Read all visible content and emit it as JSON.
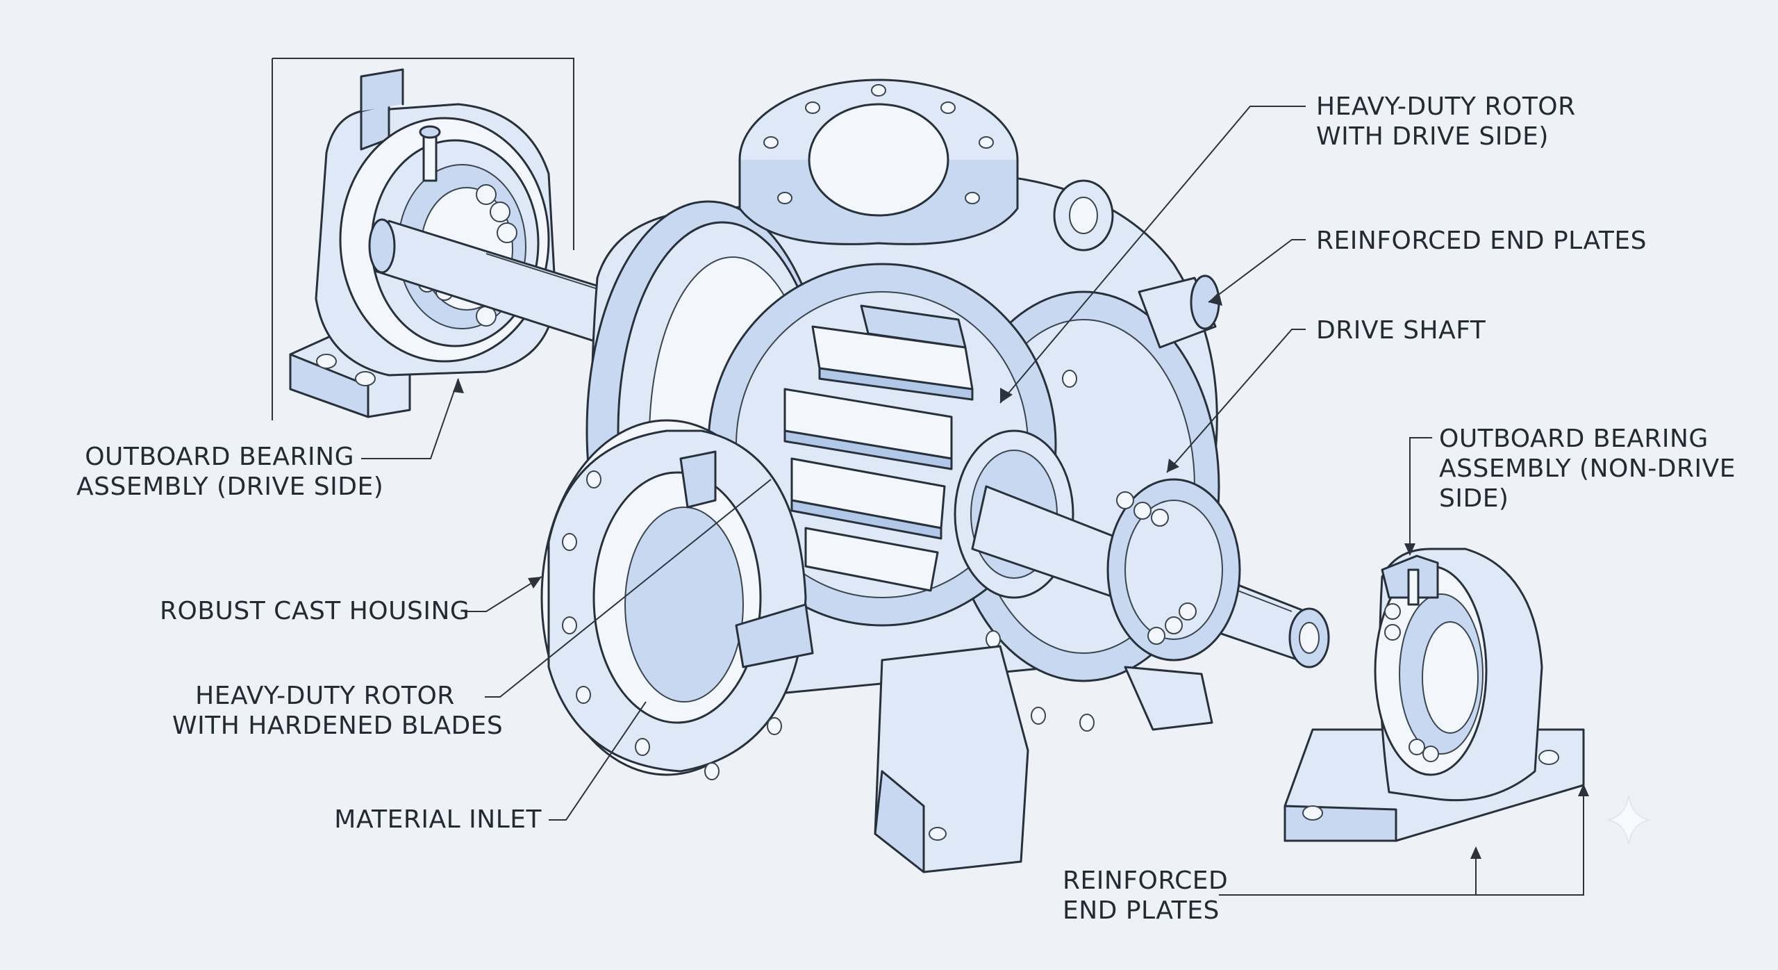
{
  "colors": {
    "background": "#eef1f5",
    "line": "#27303b",
    "metal_light": "#dfe8f6",
    "metal_mid": "#c8d8f0",
    "metal_shadow": "#b2c8e8",
    "text": "#222a33"
  },
  "callouts": {
    "rotor_drive_side": [
      "HEAVY-DUTY ROTOR",
      "WITH DRIVE SIDE)"
    ],
    "end_plates_top": [
      "REINFORCED END PLATES"
    ],
    "drive_shaft": [
      "DRIVE SHAFT"
    ],
    "bearing_non_drive": [
      "OUTBOARD BEARING",
      "ASSEMBLY (NON-DRIVE",
      "SIDE)"
    ],
    "bearing_drive": [
      "OUTBOARD BEARING",
      "ASSEMBLY (DRIVE SIDE)"
    ],
    "housing": [
      "ROBUST CAST HOUSING"
    ],
    "rotor_blades": [
      "HEAVY-DUTY ROTOR",
      "WITH HARDENED BLADES"
    ],
    "inlet": [
      "MATERIAL INLET"
    ],
    "end_plates_bottom": [
      "REINFORCED",
      "END PLATES"
    ]
  }
}
